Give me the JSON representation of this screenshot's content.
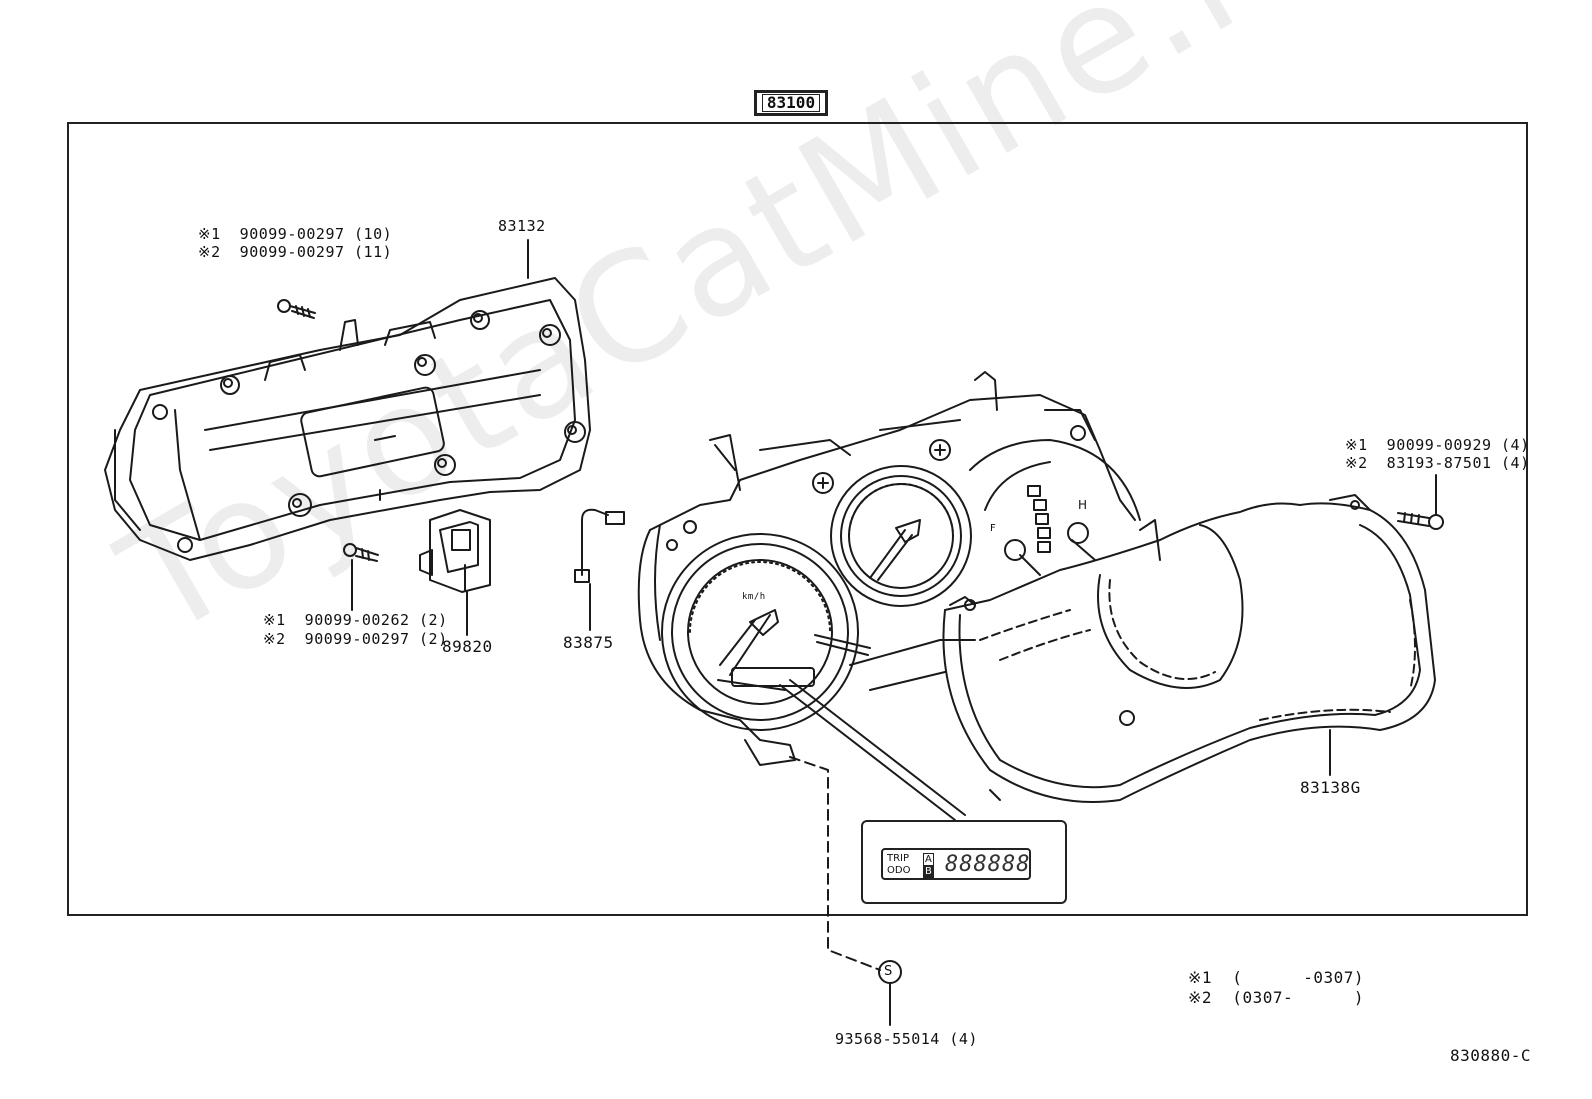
{
  "assembly": {
    "part_number": "83100"
  },
  "parts": {
    "housing_back": {
      "label": "83132"
    },
    "screw_top": {
      "line1": "※1  90099-00297 (10)",
      "line2": "※2  90099-00297 (11)"
    },
    "screw_lower": {
      "line1": "※1  90099-00262 (2)",
      "line2": "※2  90099-00297 (2)"
    },
    "switch": {
      "label": "89820"
    },
    "wire": {
      "label": "83875"
    },
    "screw_right": {
      "line1": "※1  90099-00929 (4)",
      "line2": "※2  83193-87501 (4)"
    },
    "glass_cover": {
      "label": "83138G"
    },
    "bulb": {
      "symbol": "S",
      "label": "93568-55014 (4)"
    }
  },
  "odometer_detail": {
    "trip": "TRIP",
    "odo": "ODO",
    "a": "A",
    "b": "B",
    "digits": "888888"
  },
  "gauges": {
    "speedo_unit": "km/h",
    "fuel_f": "F",
    "temp_h": "H"
  },
  "legend": {
    "line1": "※1  (      -0307)",
    "line2": "※2  (0307-      )"
  },
  "diagram_id": "830880-C",
  "watermark": "ToyotaCatMine.ru"
}
